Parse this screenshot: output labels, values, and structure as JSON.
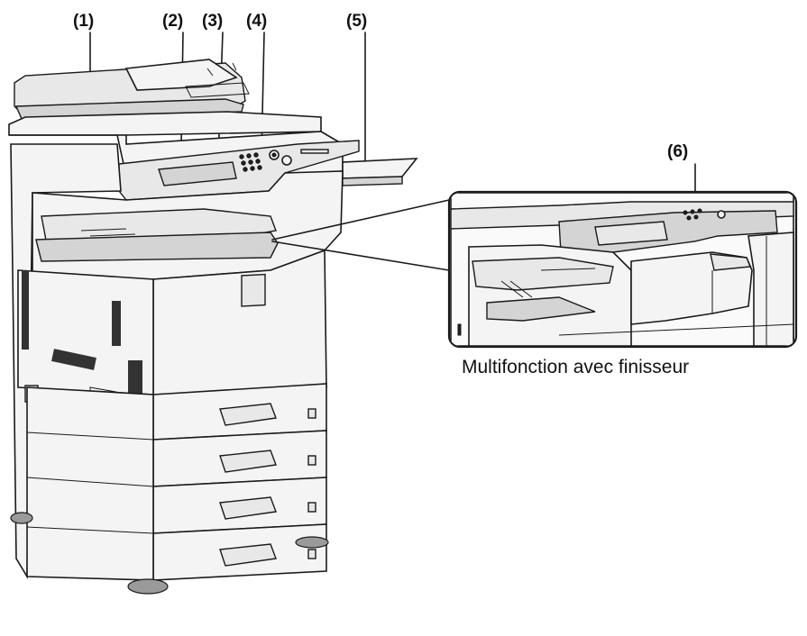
{
  "callouts": [
    {
      "id": "1",
      "label": "(1)"
    },
    {
      "id": "2",
      "label": "(2)"
    },
    {
      "id": "3",
      "label": "(3)"
    },
    {
      "id": "4",
      "label": "(4)"
    },
    {
      "id": "5",
      "label": "(5)"
    },
    {
      "id": "6",
      "label": "(6)"
    }
  ],
  "caption": "Multifonction avec finisseur",
  "colors": {
    "outline": "#1a1a1a",
    "body": "#f4f4f4",
    "panel_shade": "#e8e8e8"
  },
  "icons": [
    "copier-machine-illustration",
    "finisher-detail-inset"
  ]
}
